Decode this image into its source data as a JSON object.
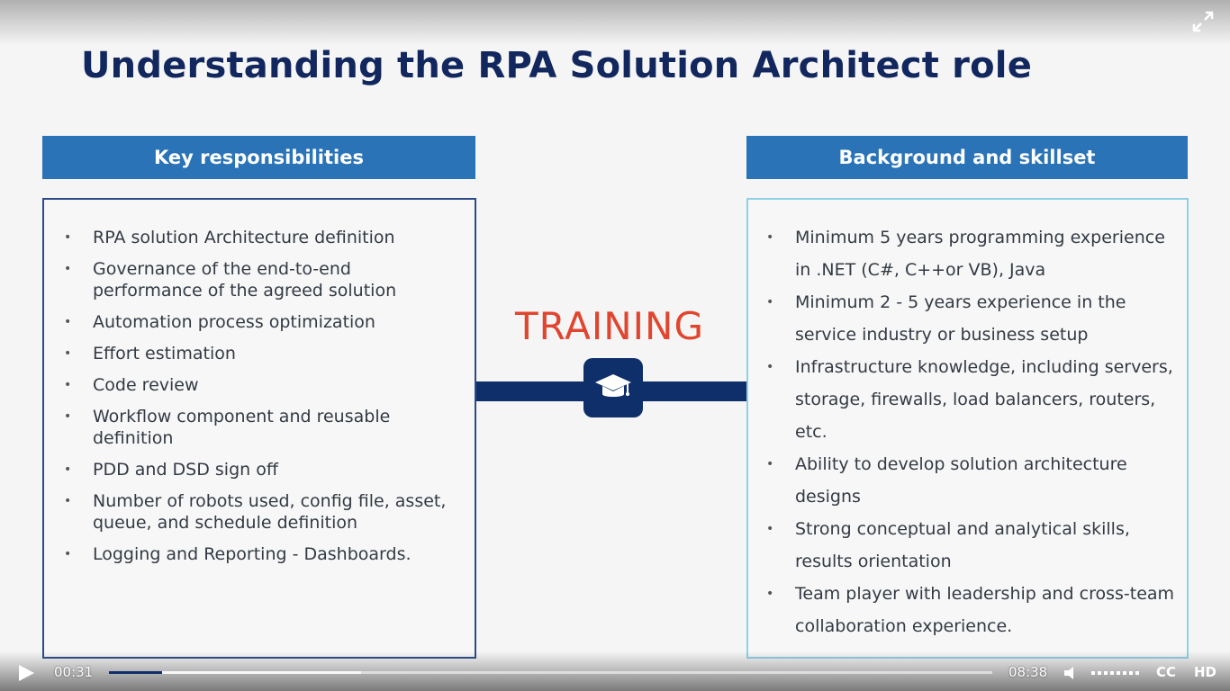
{
  "slide": {
    "title": "Understanding the RPA Solution Architect role",
    "left_column": {
      "header": "Key responsibilities",
      "items": [
        "RPA solution Architecture definition",
        "Governance of the end-to-end performance of the agreed solution",
        "Automation process optimization",
        "Effort estimation",
        "Code review",
        "Workflow component and reusable definition",
        "PDD and DSD sign off",
        "Number of robots used, config file, asset, queue, and schedule definition",
        "Logging and Reporting - Dashboards."
      ]
    },
    "right_column": {
      "header": "Background and skillset",
      "items": [
        "Minimum 5 years programming experience in .NET (C#, C++or VB), Java",
        "Minimum 2 - 5 years experience in the service industry or business setup",
        "Infrastructure knowledge, including servers, storage, firewalls, load balancers, routers, etc.",
        "Ability to develop solution architecture designs",
        "Strong conceptual and analytical skills, results orientation",
        "Team player with leadership and cross-team collaboration experience."
      ]
    },
    "center": {
      "label": "TRAINING",
      "icon": "graduation-cap-icon"
    },
    "colors": {
      "title": "#11275e",
      "header_bg": "#2a73b6",
      "accent_red": "#e0462f",
      "navy": "#0f2f6b"
    }
  },
  "player": {
    "current_time": "00:31",
    "total_time": "08:38",
    "progress_fraction": 0.06,
    "buffered_fraction": 0.285,
    "cc_label": "CC",
    "hd_label": "HD",
    "icons": {
      "play": "play-icon",
      "volume": "volume-icon",
      "expand": "expand-icon"
    }
  }
}
